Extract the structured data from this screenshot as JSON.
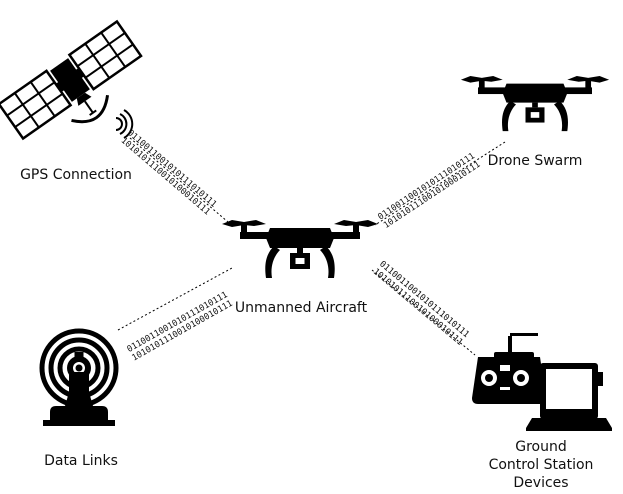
{
  "colors": {
    "ink": "#000000",
    "background": "#ffffff"
  },
  "nodes": {
    "gps": {
      "label": "GPS Connection",
      "icon": "satellite-icon"
    },
    "swarm": {
      "label": "Drone Swarm",
      "icon": "drone-icon"
    },
    "aircraft": {
      "label": "Unmanned Aircraft",
      "icon": "drone-icon"
    },
    "datalinks": {
      "label": "Data Links",
      "icon": "antenna-tower-icon"
    },
    "ground": {
      "line1": "Ground",
      "line2": "Control Station",
      "line3": "Devices",
      "icon": "remote-controller-icon"
    }
  },
  "links": {
    "gps": {
      "line1": "0110011001010111010111",
      "line2": "1010101110010100010111"
    },
    "swarm": {
      "line1": "0110011001010111010111",
      "line2": "1010101110010100010111"
    },
    "datalinks": {
      "line1": "0110011001010111010111",
      "line2": "1010101110010100010111"
    },
    "ground": {
      "line1": "0110011001010111010111",
      "line2": "1010101110010100010111"
    }
  }
}
